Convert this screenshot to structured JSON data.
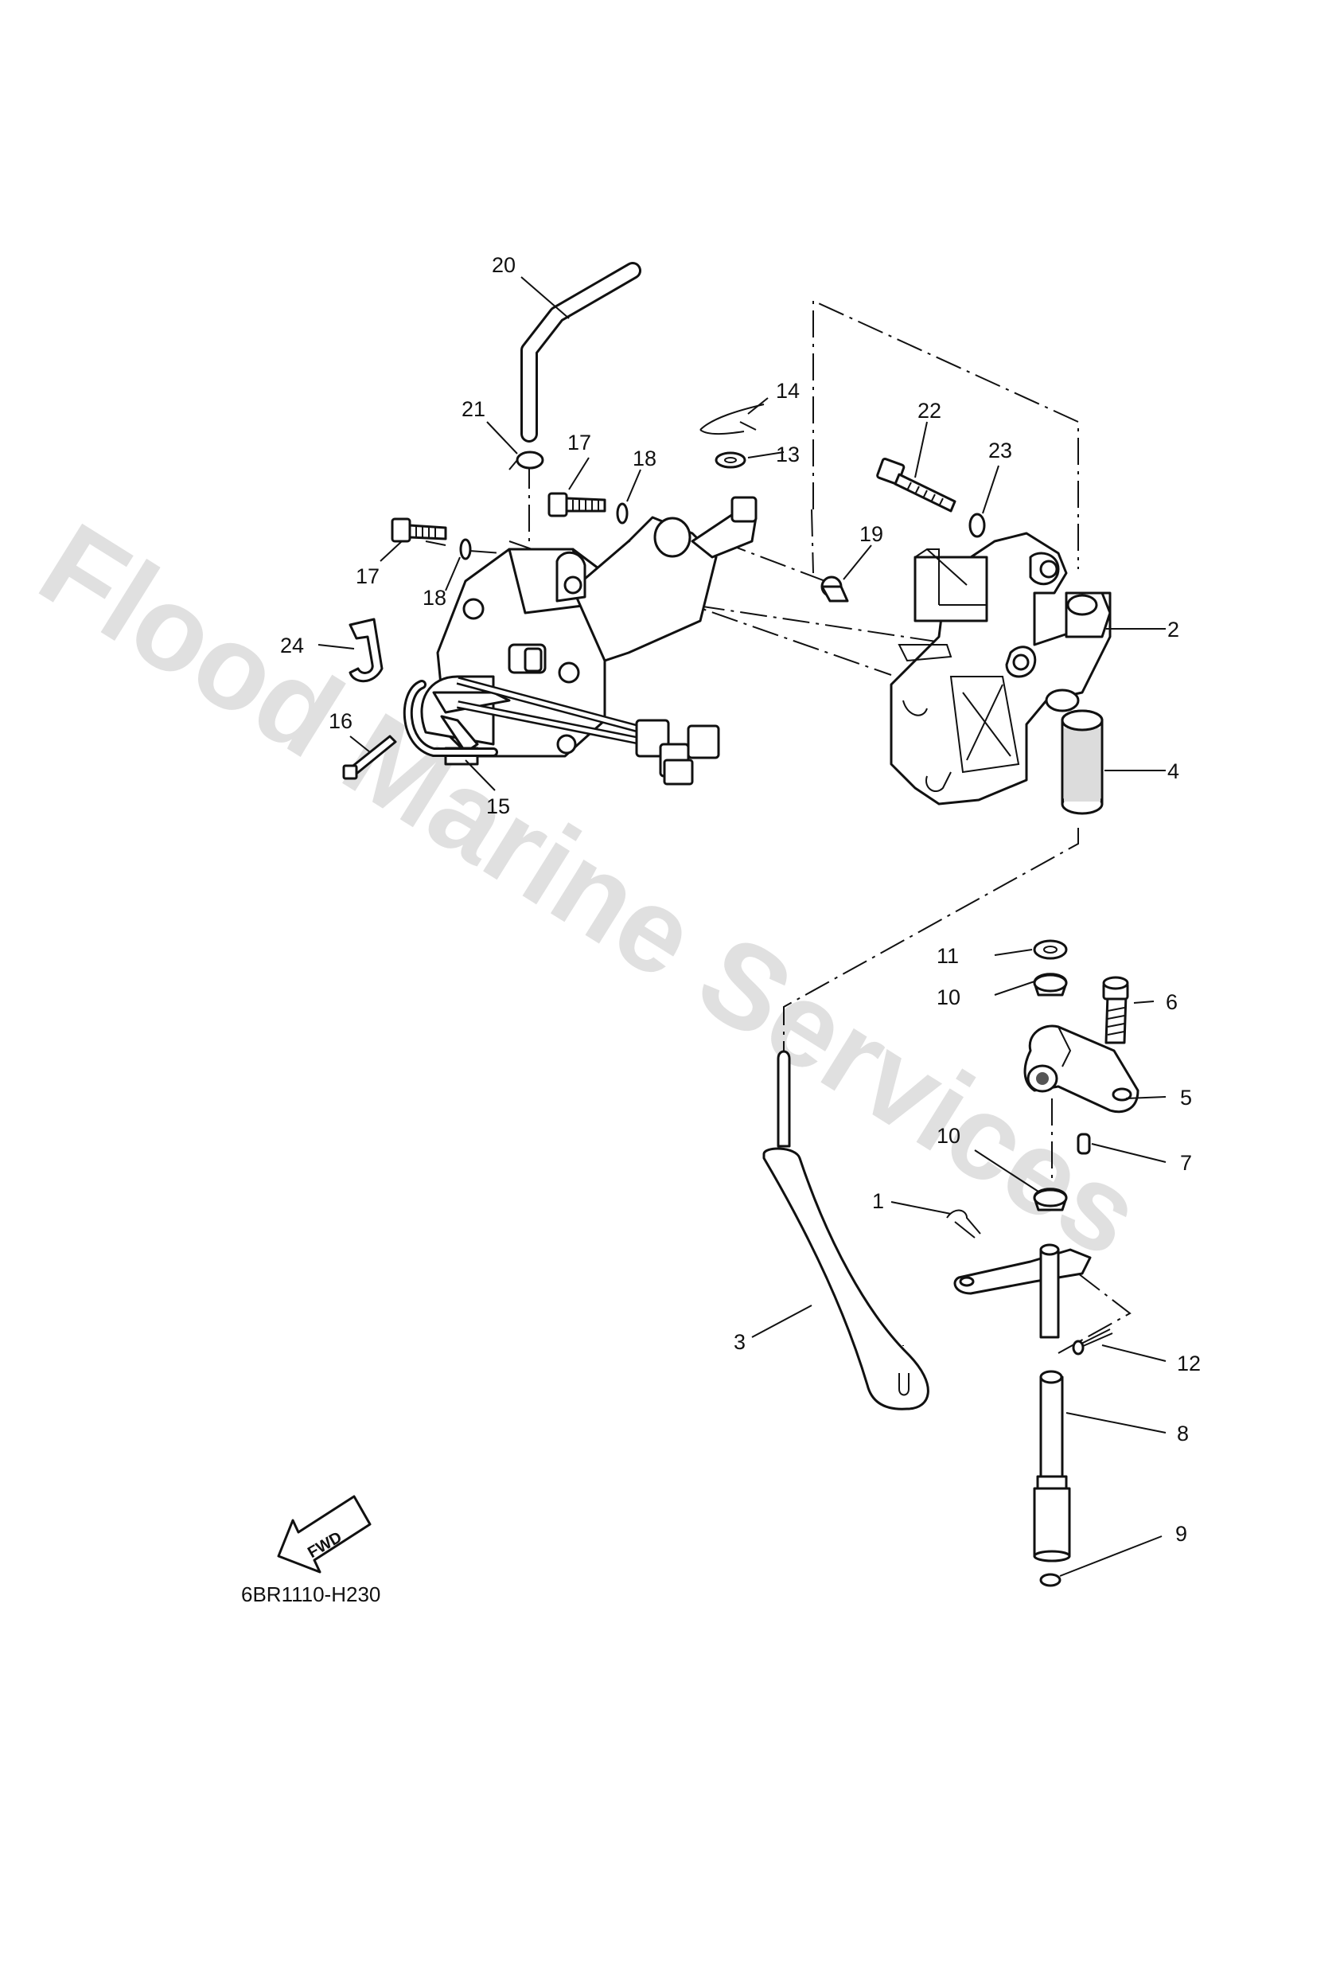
{
  "drawing_code": "6BR1110-H230",
  "fwd_label": "FWD",
  "watermark": "Flood Marine Services",
  "callouts": {
    "c1": "1",
    "c2": "2",
    "c3": "3",
    "c4": "4",
    "c5": "5",
    "c6": "6",
    "c7": "7",
    "c8": "8",
    "c9": "9",
    "c10a": "10",
    "c10b": "10",
    "c11": "11",
    "c12": "12",
    "c13": "13",
    "c14": "14",
    "c15": "15",
    "c16": "16",
    "c17a": "17",
    "c17b": "17",
    "c18a": "18",
    "c18b": "18",
    "c19": "19",
    "c20": "20",
    "c21": "21",
    "c22": "22",
    "c23": "23",
    "c24": "24"
  }
}
